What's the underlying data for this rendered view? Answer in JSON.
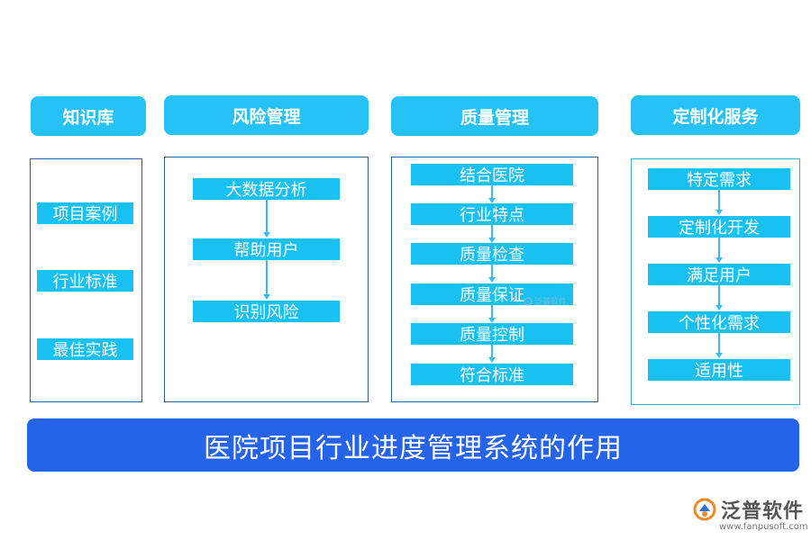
{
  "columns": [
    {
      "header": "知识库",
      "items": [
        "项目案例",
        "行业标准",
        "最佳实践"
      ]
    },
    {
      "header": "风险管理",
      "items": [
        "大数据分析",
        "帮助用户",
        "识别风险"
      ]
    },
    {
      "header": "质量管理",
      "items": [
        "结合医院",
        "行业特点",
        "质量检查",
        "质量保证",
        "质量控制",
        "符合标准"
      ]
    },
    {
      "header": "定制化服务",
      "items": [
        "特定需求",
        "定制化开发",
        "满足用户",
        "个性化需求",
        "适用性"
      ]
    }
  ],
  "banner": "医院项目行业进度管理系统的作用",
  "watermark": "泛普软件",
  "logo": {
    "name": "泛普软件",
    "url": "www.fanpusoft.com"
  },
  "colors": {
    "header": "#27c2f5",
    "step": "#19c0f2",
    "banner": "#2563e8",
    "panel_border": "#2f5ea8",
    "connector": "#3dbbea"
  }
}
